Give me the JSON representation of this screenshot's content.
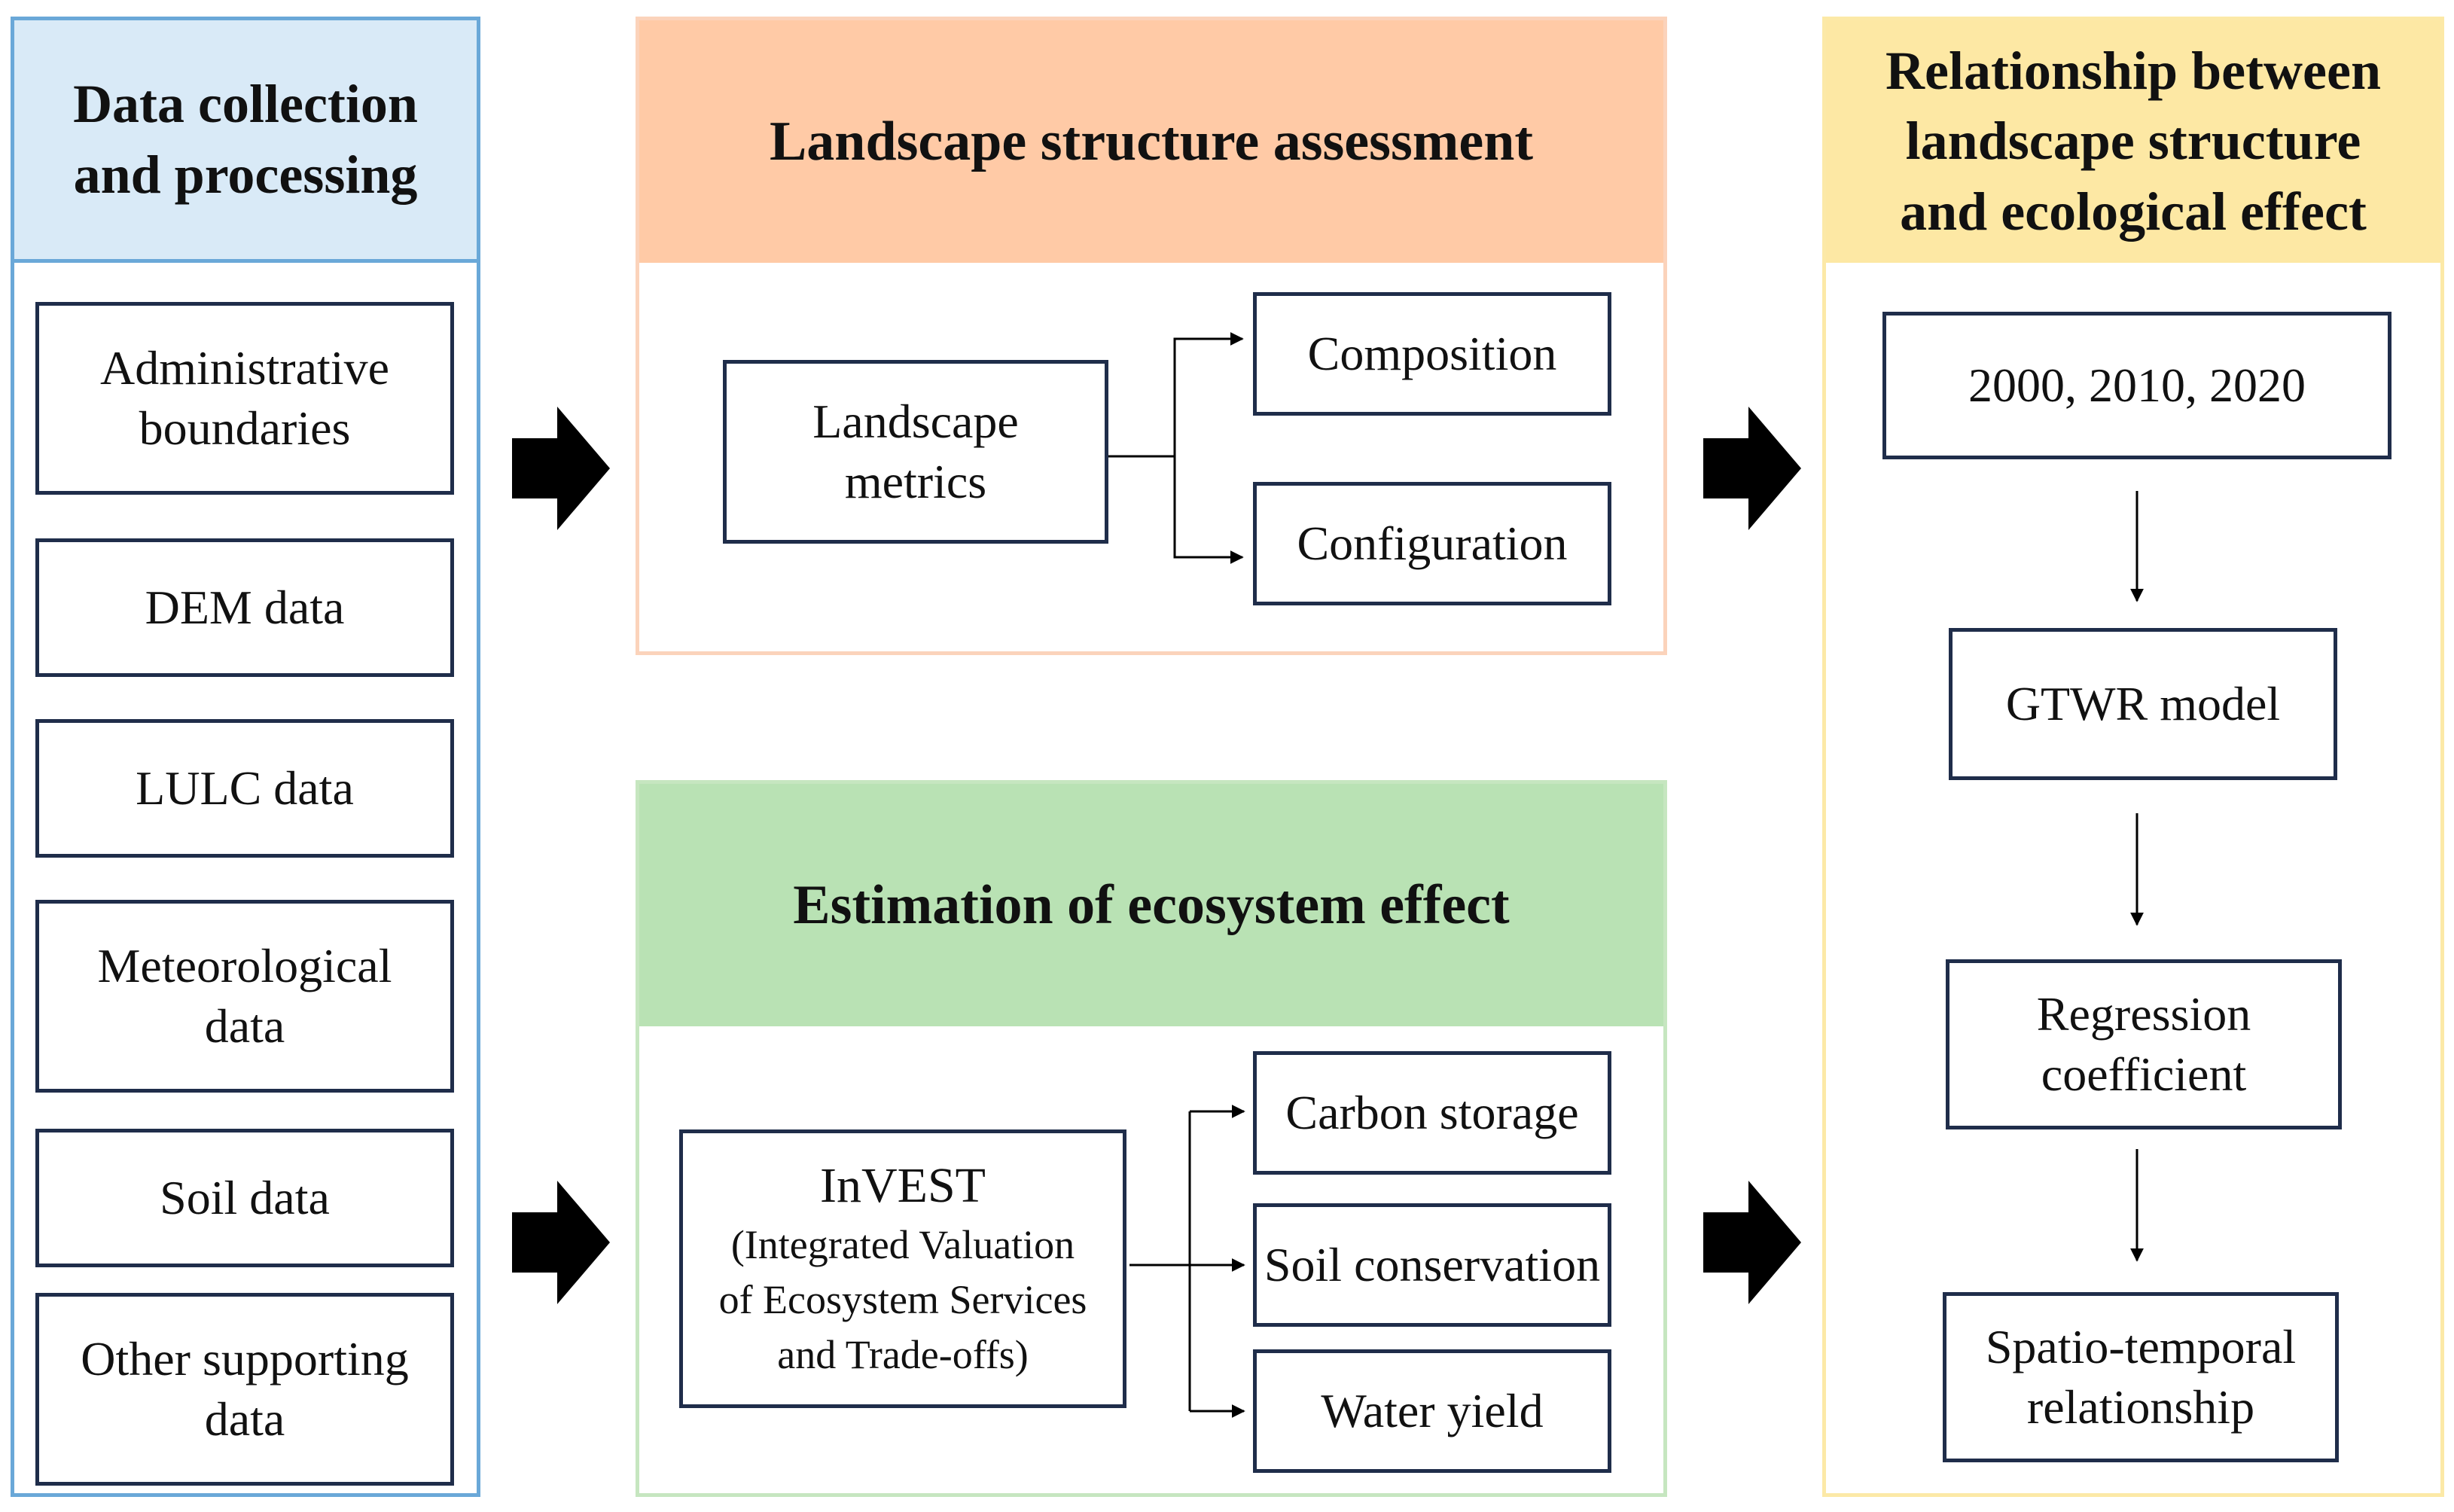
{
  "panels": {
    "data": {
      "title": "Data collection\nand processing",
      "items": [
        "Administrative\nboundaries",
        "DEM data",
        "LULC data",
        "Meteorological\ndata",
        "Soil data",
        "Other supporting\ndata"
      ]
    },
    "landscape": {
      "title": "Landscape structure assessment",
      "source": "Landscape\nmetrics",
      "outputs": [
        "Composition",
        "Configuration"
      ]
    },
    "ecosystem": {
      "title": "Estimation of ecosystem effect",
      "source_name": "InVEST",
      "source_full": "(Integrated Valuation\nof Ecosystem Services\nand Trade-offs)",
      "outputs": [
        "Carbon storage",
        "Soil conservation",
        "Water yield"
      ]
    },
    "relationship": {
      "title": "Relationship between\nlandscape structure\nand ecological effect",
      "steps": [
        "2000, 2010, 2020",
        "GTWR model",
        "Regression\ncoefficient",
        "Spatio-temporal\nrelationship"
      ]
    }
  },
  "colors": {
    "data_header": "#d9eaf7",
    "data_border": "#6aa8d8",
    "landscape_header": "#ffcaa6",
    "ecosystem_header": "#b9e2b4",
    "relationship_header": "#fde8a4",
    "box_border": "#1f2d4a"
  }
}
